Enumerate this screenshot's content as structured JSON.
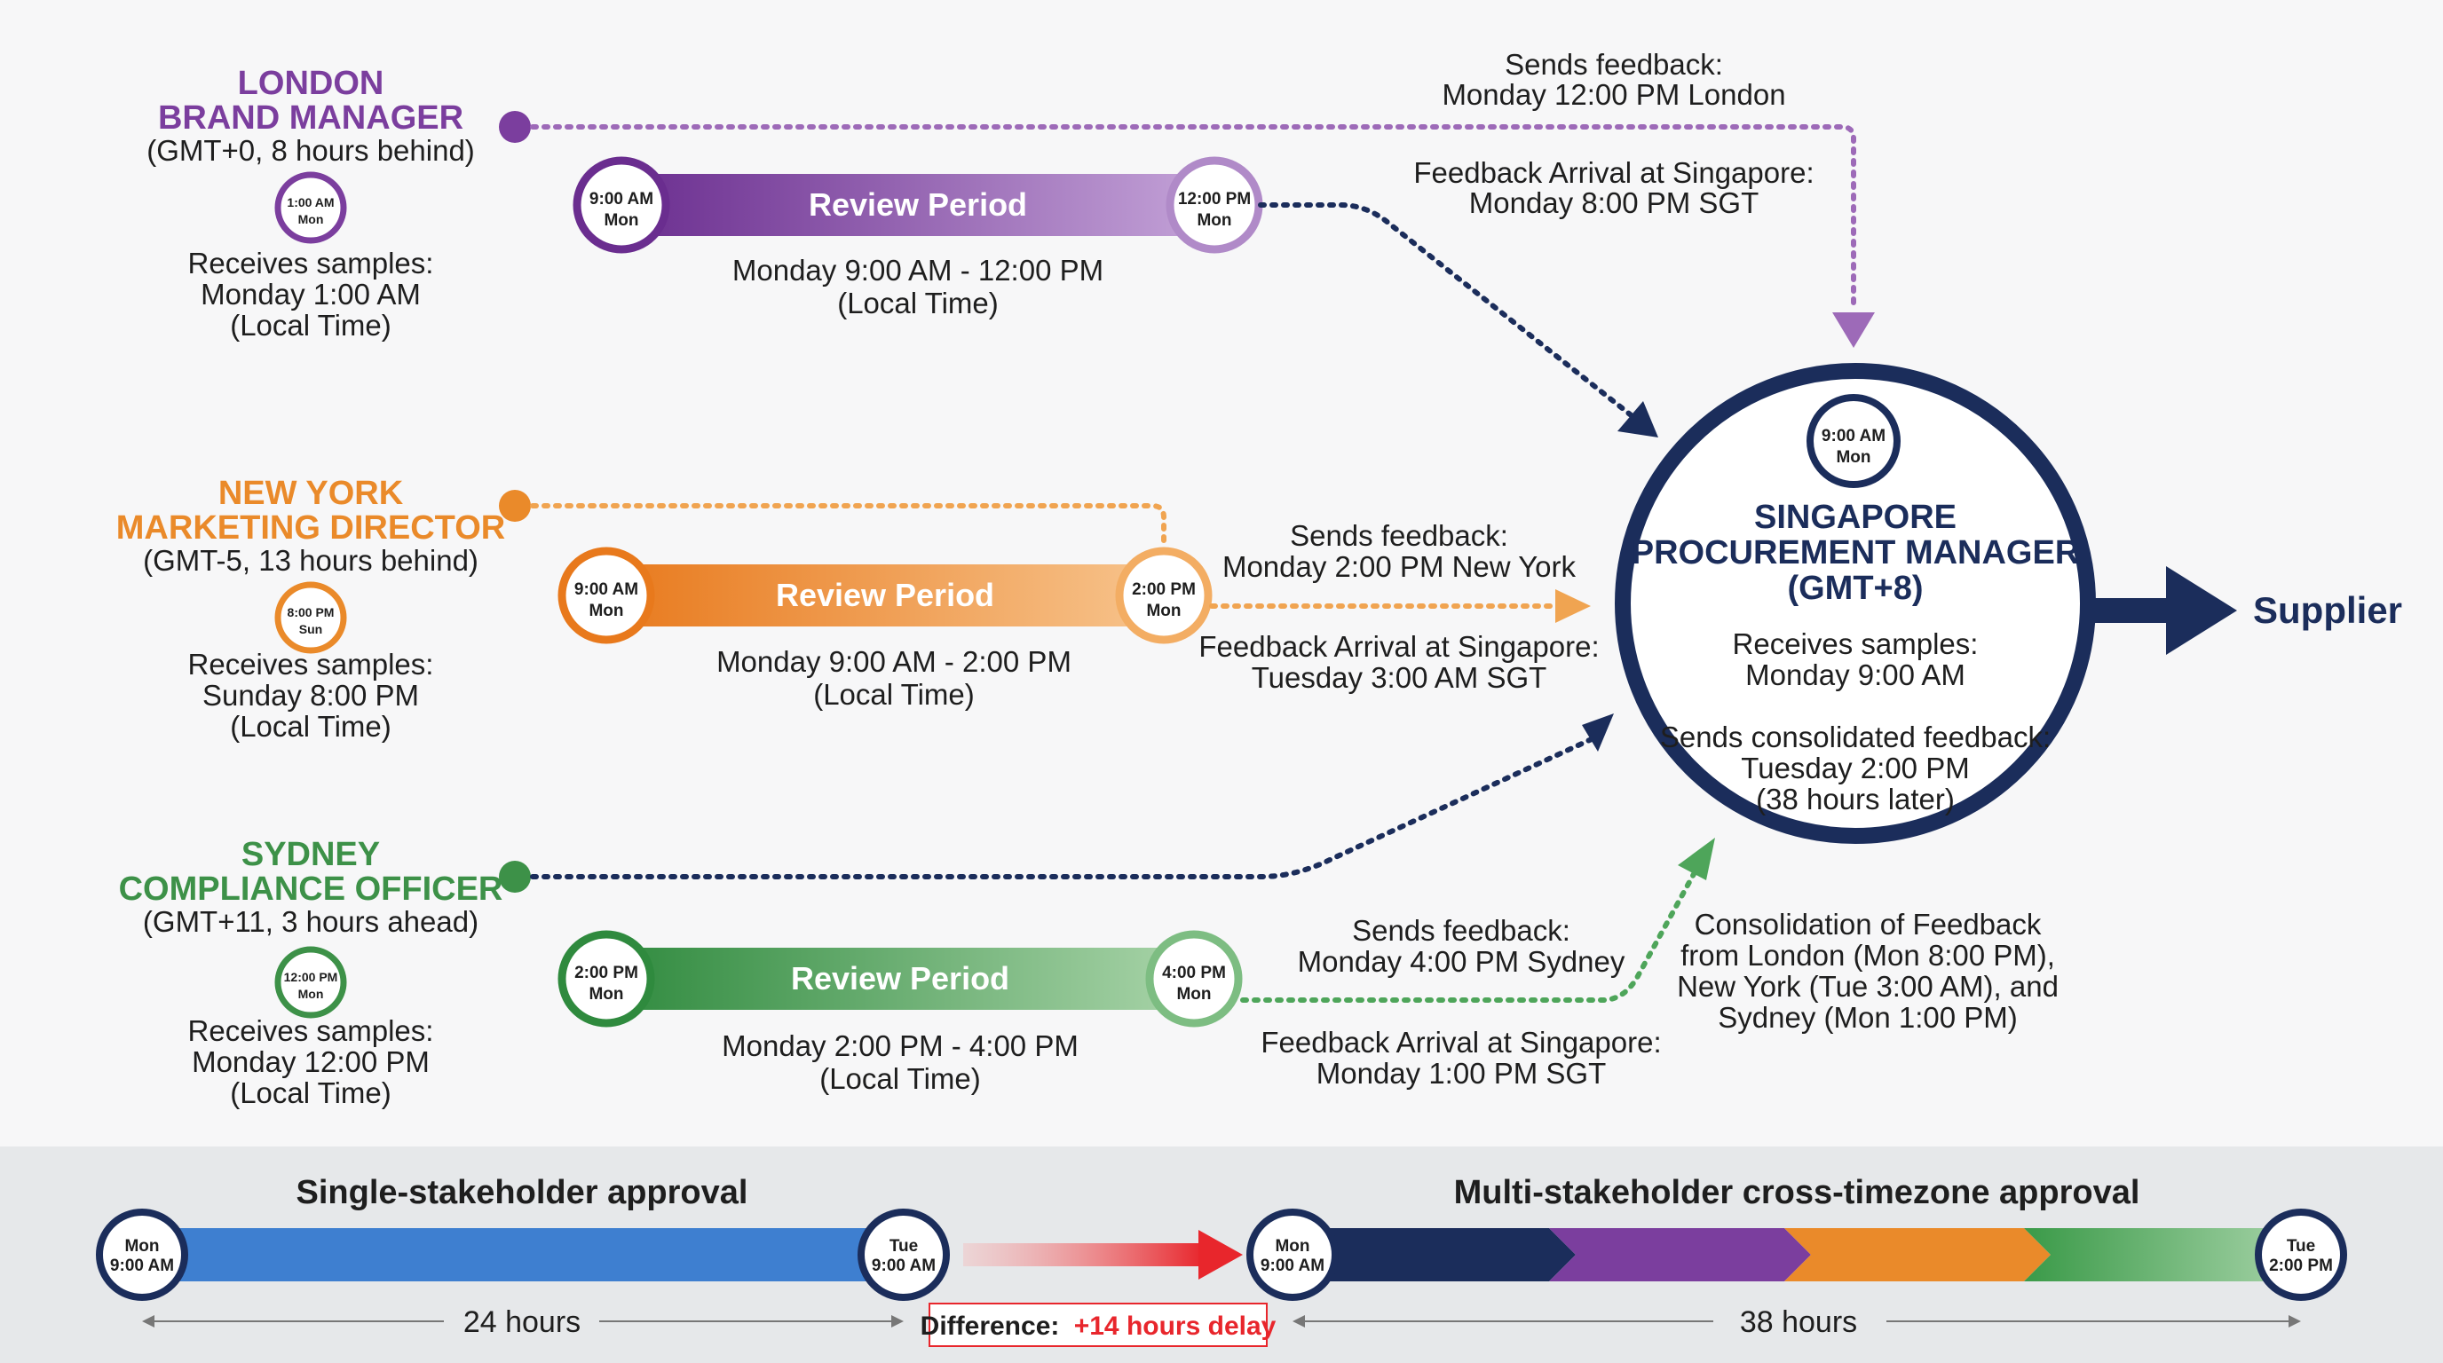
{
  "colors": {
    "london": "#7b3e9e",
    "newyork": "#ea8a2a",
    "sydney": "#3d9148",
    "singapore": "#1b2d5b",
    "single_bar": "#3e7fd0",
    "delay_arrow": "#e8262c",
    "bottom_panel": "#e6e8ea"
  },
  "stakeholders": [
    {
      "id": "london",
      "name_line1": "LONDON",
      "name_line2": "BRAND MANAGER",
      "tz": "(GMT+0, 8 hours behind)",
      "receive_clock": {
        "time": "1:00 AM",
        "day": "Mon"
      },
      "receives_label": "Receives samples:",
      "receives_time": "Monday 1:00 AM",
      "local": "(Local Time)",
      "bar": {
        "label": "Review Period",
        "start_time": "9:00 AM",
        "start_day": "Mon",
        "end_time": "12:00 PM",
        "end_day": "Mon"
      },
      "period": "Monday 9:00 AM - 12:00 PM",
      "period_local": "(Local Time)",
      "sends_label": "Sends feedback:",
      "sends_time": "Monday 12:00 PM London",
      "arrival_label": "Feedback Arrival at Singapore:",
      "arrival_time": "Monday 8:00 PM SGT"
    },
    {
      "id": "newyork",
      "name_line1": "NEW YORK",
      "name_line2": "MARKETING DIRECTOR",
      "tz": "(GMT-5, 13 hours behind)",
      "receive_clock": {
        "time": "8:00 PM",
        "day": "Sun"
      },
      "receives_label": "Receives samples:",
      "receives_time": "Sunday 8:00 PM",
      "local": "(Local Time)",
      "bar": {
        "label": "Review Period",
        "start_time": "9:00 AM",
        "start_day": "Mon",
        "end_time": "2:00 PM",
        "end_day": "Mon"
      },
      "period": "Monday 9:00 AM - 2:00 PM",
      "period_local": "(Local Time)",
      "sends_label": "Sends feedback:",
      "sends_time": "Monday 2:00 PM New York",
      "arrival_label": "Feedback Arrival at Singapore:",
      "arrival_time": "Tuesday 3:00 AM SGT"
    },
    {
      "id": "sydney",
      "name_line1": "SYDNEY",
      "name_line2": "COMPLIANCE OFFICER",
      "tz": "(GMT+11, 3 hours ahead)",
      "receive_clock": {
        "time": "12:00 PM",
        "day": "Mon"
      },
      "receives_label": "Receives samples:",
      "receives_time": "Monday 12:00 PM",
      "local": "(Local Time)",
      "bar": {
        "label": "Review Period",
        "start_time": "2:00 PM",
        "start_day": "Mon",
        "end_time": "4:00 PM",
        "end_day": "Mon"
      },
      "period": "Monday 2:00 PM - 4:00 PM",
      "period_local": "(Local Time)",
      "sends_label": "Sends feedback:",
      "sends_time": "Monday 4:00 PM Sydney",
      "arrival_label": "Feedback Arrival at Singapore:",
      "arrival_time": "Monday 1:00 PM SGT"
    }
  ],
  "singapore": {
    "clock": {
      "time": "9:00 AM",
      "day": "Mon"
    },
    "title_line1": "SINGAPORE",
    "title_line2": "PROCUREMENT MANAGER",
    "title_line3": "(GMT+8)",
    "receives_label": "Receives samples:",
    "receives_time": "Monday 9:00 AM",
    "sends_label": "Sends consolidated feedback:",
    "sends_time": "Tuesday 2:00 PM",
    "sends_note": "(38 hours later)",
    "consolidation": [
      "Consolidation of Feedback",
      "from London (Mon 8:00 PM),",
      "New York (Tue 3:00 AM), and",
      "Sydney (Mon 1:00 PM)"
    ]
  },
  "supplier_label": "Supplier",
  "comparison": {
    "single": {
      "title": "Single-stakeholder approval",
      "start_day": "Mon",
      "start_time": "9:00 AM",
      "end_day": "Tue",
      "end_time": "9:00 AM",
      "duration": "24 hours"
    },
    "multi": {
      "title": "Multi-stakeholder cross-timezone approval",
      "start_day": "Mon",
      "start_time": "9:00 AM",
      "end_day": "Tue",
      "end_time": "2:00 PM",
      "duration": "38 hours"
    },
    "difference_label": "Difference:",
    "difference_value": "+14 hours delay"
  }
}
